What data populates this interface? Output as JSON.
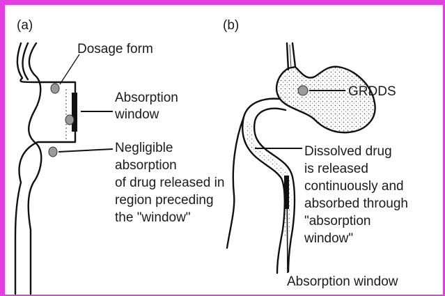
{
  "panel_a": {
    "tag": "(a)",
    "dosage_form": "Dosage form",
    "absorption_window": [
      "Absorption",
      "window"
    ],
    "negligible": [
      "Negligible",
      "absorption",
      "of drug released in",
      "region preceding",
      "the \"window\""
    ]
  },
  "panel_b": {
    "tag": "(b)",
    "grdds": "GRDDS",
    "dissolved": [
      "Dissolved drug",
      "is released",
      "continuously and",
      "absorbed through",
      "\"absorption",
      "window\""
    ],
    "absorption_window": "Absorption window"
  },
  "colors": {
    "frame": "#e23ee0",
    "ink": "#111111",
    "pill": "#9a9a9a"
  }
}
